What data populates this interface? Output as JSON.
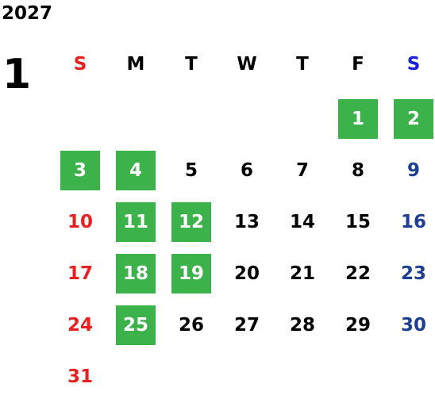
{
  "year": "2027",
  "month": "1",
  "colors": {
    "sunday": "#e8201f",
    "saturday": "#1c3f93",
    "saturday_header": "#1722d6",
    "weekday": "#000000",
    "highlight_bg": "#3bb34a",
    "highlight_text": "#ffffff"
  },
  "weekdays": [
    {
      "label": "S",
      "type": "sunday"
    },
    {
      "label": "M",
      "type": "weekday"
    },
    {
      "label": "T",
      "type": "weekday"
    },
    {
      "label": "W",
      "type": "weekday"
    },
    {
      "label": "T",
      "type": "weekday"
    },
    {
      "label": "F",
      "type": "weekday"
    },
    {
      "label": "S",
      "type": "saturday"
    }
  ],
  "days": [
    {
      "label": "1",
      "col": 5,
      "row": 0,
      "highlighted": true
    },
    {
      "label": "2",
      "col": 6,
      "row": 0,
      "highlighted": true
    },
    {
      "label": "3",
      "col": 0,
      "row": 1,
      "highlighted": true
    },
    {
      "label": "4",
      "col": 1,
      "row": 1,
      "highlighted": true
    },
    {
      "label": "5",
      "col": 2,
      "row": 1,
      "highlighted": false
    },
    {
      "label": "6",
      "col": 3,
      "row": 1,
      "highlighted": false
    },
    {
      "label": "7",
      "col": 4,
      "row": 1,
      "highlighted": false
    },
    {
      "label": "8",
      "col": 5,
      "row": 1,
      "highlighted": false
    },
    {
      "label": "9",
      "col": 6,
      "row": 1,
      "highlighted": false
    },
    {
      "label": "10",
      "col": 0,
      "row": 2,
      "highlighted": false
    },
    {
      "label": "11",
      "col": 1,
      "row": 2,
      "highlighted": true
    },
    {
      "label": "12",
      "col": 2,
      "row": 2,
      "highlighted": true
    },
    {
      "label": "13",
      "col": 3,
      "row": 2,
      "highlighted": false
    },
    {
      "label": "14",
      "col": 4,
      "row": 2,
      "highlighted": false
    },
    {
      "label": "15",
      "col": 5,
      "row": 2,
      "highlighted": false
    },
    {
      "label": "16",
      "col": 6,
      "row": 2,
      "highlighted": false
    },
    {
      "label": "17",
      "col": 0,
      "row": 3,
      "highlighted": false
    },
    {
      "label": "18",
      "col": 1,
      "row": 3,
      "highlighted": true
    },
    {
      "label": "19",
      "col": 2,
      "row": 3,
      "highlighted": true
    },
    {
      "label": "20",
      "col": 3,
      "row": 3,
      "highlighted": false
    },
    {
      "label": "21",
      "col": 4,
      "row": 3,
      "highlighted": false
    },
    {
      "label": "22",
      "col": 5,
      "row": 3,
      "highlighted": false
    },
    {
      "label": "23",
      "col": 6,
      "row": 3,
      "highlighted": false
    },
    {
      "label": "24",
      "col": 0,
      "row": 4,
      "highlighted": false
    },
    {
      "label": "25",
      "col": 1,
      "row": 4,
      "highlighted": true
    },
    {
      "label": "26",
      "col": 2,
      "row": 4,
      "highlighted": false
    },
    {
      "label": "27",
      "col": 3,
      "row": 4,
      "highlighted": false
    },
    {
      "label": "28",
      "col": 4,
      "row": 4,
      "highlighted": false
    },
    {
      "label": "29",
      "col": 5,
      "row": 4,
      "highlighted": false
    },
    {
      "label": "30",
      "col": 6,
      "row": 4,
      "highlighted": false
    },
    {
      "label": "31",
      "col": 0,
      "row": 5,
      "highlighted": false
    }
  ]
}
